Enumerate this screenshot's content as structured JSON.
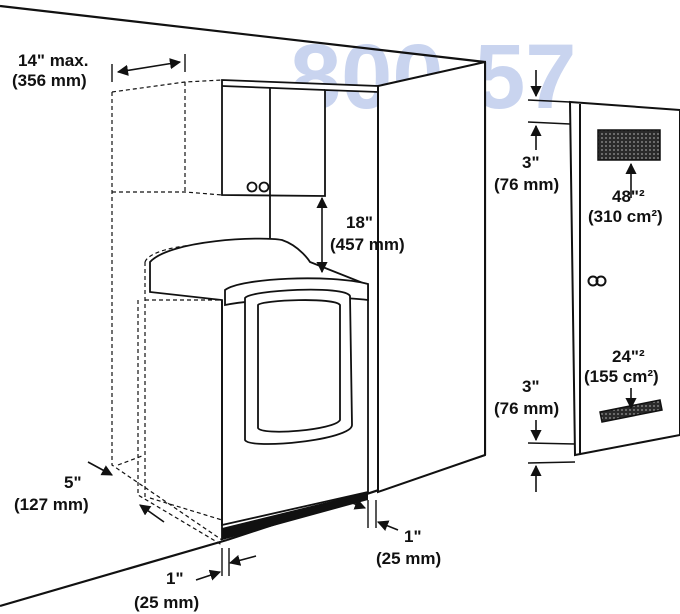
{
  "watermark": "800-57",
  "labels": {
    "side_max_line1": "14\" max.",
    "side_max_line2": "(356 mm)",
    "cabinet_gap_line1": "18\"",
    "cabinet_gap_line2": "(457 mm)",
    "top_gap_line1": "3\"",
    "top_gap_line2": "(76 mm)",
    "bottom_gap_line1": "3\"",
    "bottom_gap_line2": "(76 mm)",
    "top_vent_line1": "48\"²",
    "top_vent_line2": "(310 cm²)",
    "bottom_vent_line1": "24\"²",
    "bottom_vent_line2": "(155 cm²)",
    "rear_gap_line1": "5\"",
    "rear_gap_line2": "(127 mm)",
    "side_gap_right_line1": "1\"",
    "side_gap_right_line2": "(25 mm)",
    "side_gap_left_line1": "1\"",
    "side_gap_left_line2": "(25 mm)"
  },
  "colors": {
    "line": "#111111",
    "vent": "#2a2a2a",
    "watermark": "#c9d4ef"
  }
}
